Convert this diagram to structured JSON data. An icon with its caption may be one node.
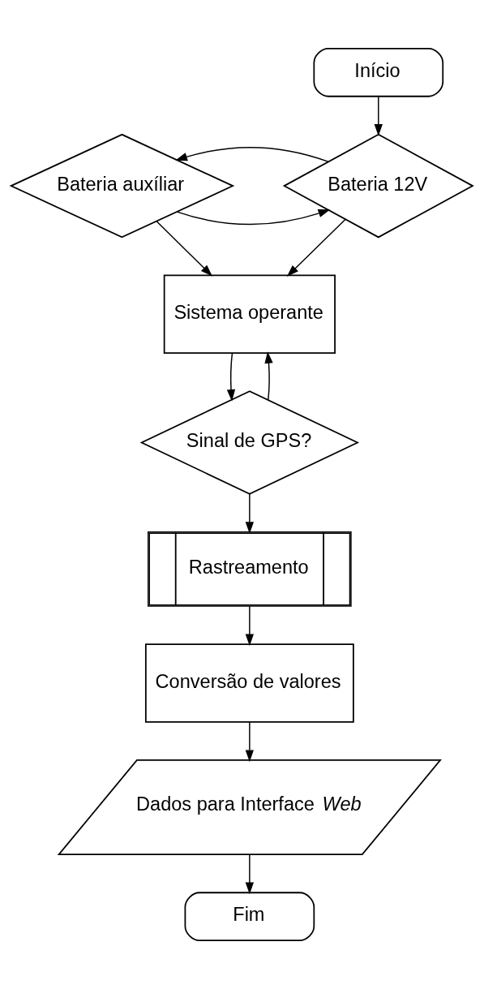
{
  "diagram": {
    "nodes": [
      {
        "text": [
          "Início"
        ]
      },
      {
        "text": [
          "Bateria 12V"
        ]
      },
      {
        "text": [
          "Bateria auxíliar"
        ]
      },
      {
        "text": [
          "Sistema operante"
        ]
      },
      {
        "text": [
          "Sinal de GPS?"
        ]
      },
      {
        "text": [
          "Rastreamento"
        ]
      },
      {
        "text": [
          "Conversão de valores"
        ]
      },
      {
        "text": [
          "Dados para Interface *Web*"
        ]
      },
      {
        "text": [
          "Fim"
        ]
      }
    ],
    "edges": [
      {
        "from": 0,
        "to": 1,
        "arrow": "to"
      },
      {
        "from": 2,
        "to": 1,
        "arrow": "to"
      },
      {
        "from": 1,
        "to": 2,
        "arrow": "to"
      },
      {
        "from": 2,
        "to": 3,
        "arrow": "to"
      },
      {
        "from": 1,
        "to": 3,
        "arrow": "to"
      },
      {
        "from": 3,
        "to": 4,
        "arrow": "to"
      },
      {
        "from": 4,
        "to": 3,
        "arrow": "to"
      },
      {
        "from": 4,
        "to": 5,
        "arrow": "to"
      },
      {
        "from": 5,
        "to": 6,
        "arrow": "to"
      },
      {
        "from": 6,
        "to": 7,
        "arrow": "to"
      },
      {
        "from": 7,
        "to": 8,
        "arrow": "to"
      }
    ]
  }
}
